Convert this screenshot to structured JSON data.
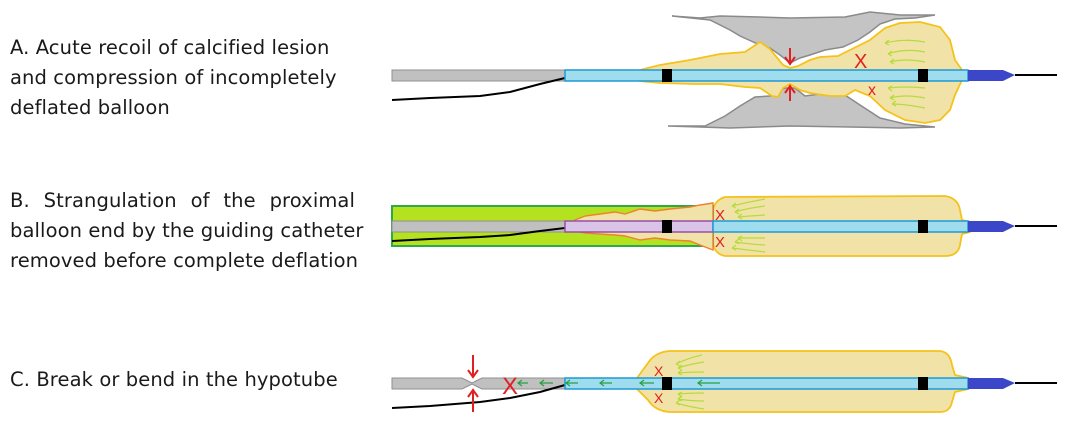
{
  "panels": [
    {
      "id": "A",
      "caption_lines": [
        "A. Acute recoil of calcified lesion",
        "and compression of incompletely",
        "deflated balloon"
      ],
      "failure_marks": [
        "X",
        "x"
      ]
    },
    {
      "id": "B",
      "caption_lines": [
        "B. Strangulation of the proximal",
        "balloon end by the guiding catheter",
        "removed before complete deflation"
      ],
      "failure_marks": [
        "X",
        "X"
      ]
    },
    {
      "id": "C",
      "caption_lines": [
        "C. Break or bend in the hypotube"
      ],
      "failure_marks": [
        "X",
        "X",
        "X"
      ]
    }
  ],
  "colors": {
    "shaft": "#c0c0c0",
    "shaft_edge": "#909090",
    "inner_tube": "#9fdcee",
    "inner_tube_edge": "#1e9ad6",
    "marker": "#000000",
    "tip": "#3c46c8",
    "balloon_fill": "#f1e3a8",
    "balloon_edge": "#f5c21b",
    "calcium": "#c4c4c4",
    "calcium_edge": "#8a8a8a",
    "guide_fill": "#b5e21e",
    "guide_edge": "#2ea84a",
    "trapped_fill": "#d9c4e8",
    "trapped_edge": "#9b4ea6",
    "trapped_balloon_edge": "#f08030",
    "flow_arrow": "#b4dc3c",
    "flow_arrow_c": "#28a040",
    "alert": "#e02020"
  }
}
